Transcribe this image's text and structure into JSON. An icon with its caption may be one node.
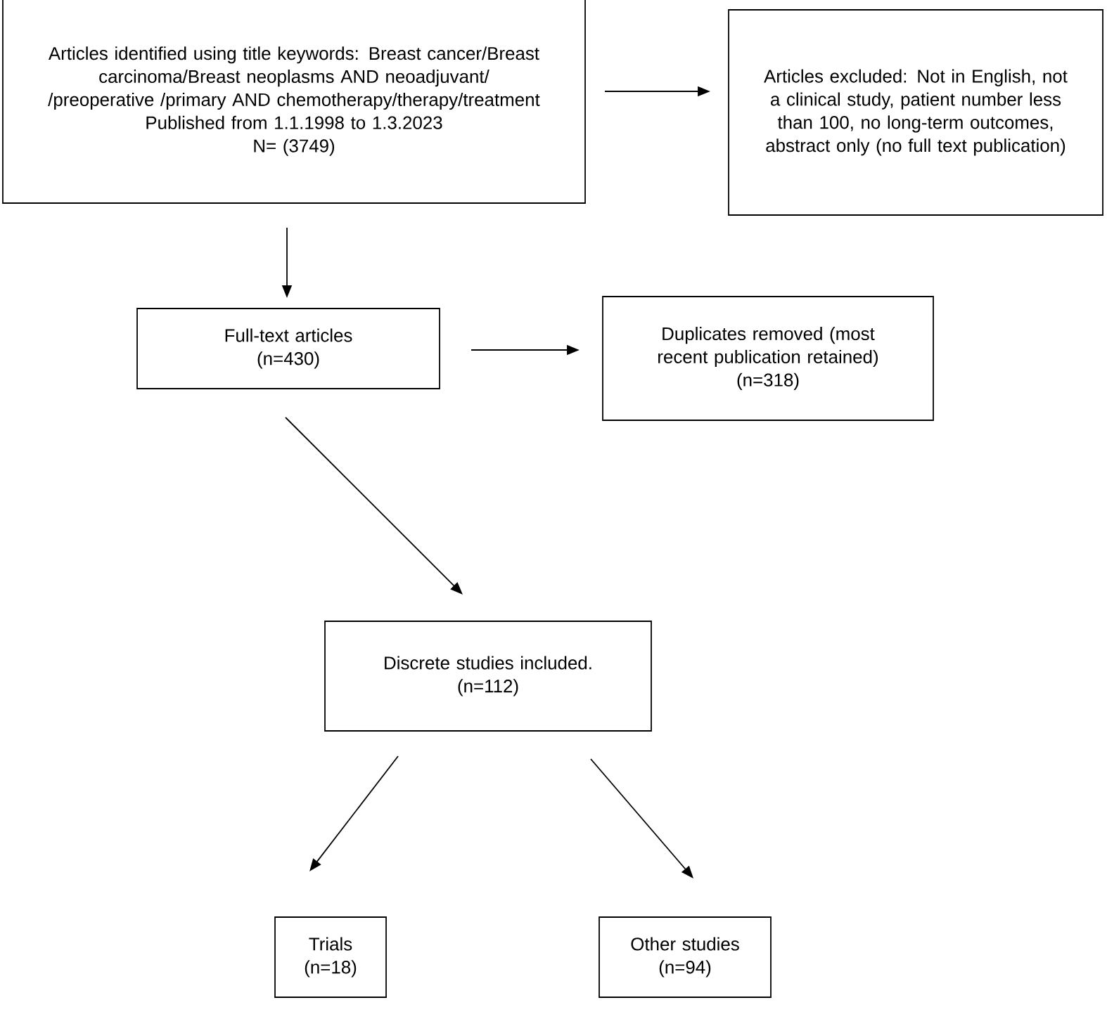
{
  "diagram": {
    "nodes": [
      {
        "text": [
          "Articles identified using title keywords: Breast cancer/Breast carcinoma/Breast neoplasms AND neoadjuvant/ /preoperative /primary AND chemotherapy/therapy/treatment",
          "Published from 1.1.1998 to 1.3.2023",
          "N= (3749)"
        ]
      },
      {
        "text": [
          "Articles excluded: Not in English, not a clinical study, patient number less than 100, no long-term outcomes, abstract only (no full text publication)"
        ]
      },
      {
        "text": [
          "Full-text articles",
          "(n=430)"
        ]
      },
      {
        "text": [
          "Duplicates removed (most recent publication retained)",
          "(n=318)"
        ]
      },
      {
        "text": [
          "Discrete studies included.",
          "(n=112)"
        ]
      },
      {
        "text": [
          "Trials",
          "(n=18)"
        ]
      },
      {
        "text": [
          "Other studies",
          "(n=94)"
        ]
      }
    ],
    "edges": [
      {
        "from": 0,
        "to": 1,
        "arrow": "to"
      },
      {
        "from": 0,
        "to": 2,
        "arrow": "to"
      },
      {
        "from": 2,
        "to": 3,
        "arrow": "to"
      },
      {
        "from": 2,
        "to": 4,
        "arrow": "to"
      },
      {
        "from": 4,
        "to": 5,
        "arrow": "to"
      },
      {
        "from": 4,
        "to": 6,
        "arrow": "to"
      }
    ]
  }
}
